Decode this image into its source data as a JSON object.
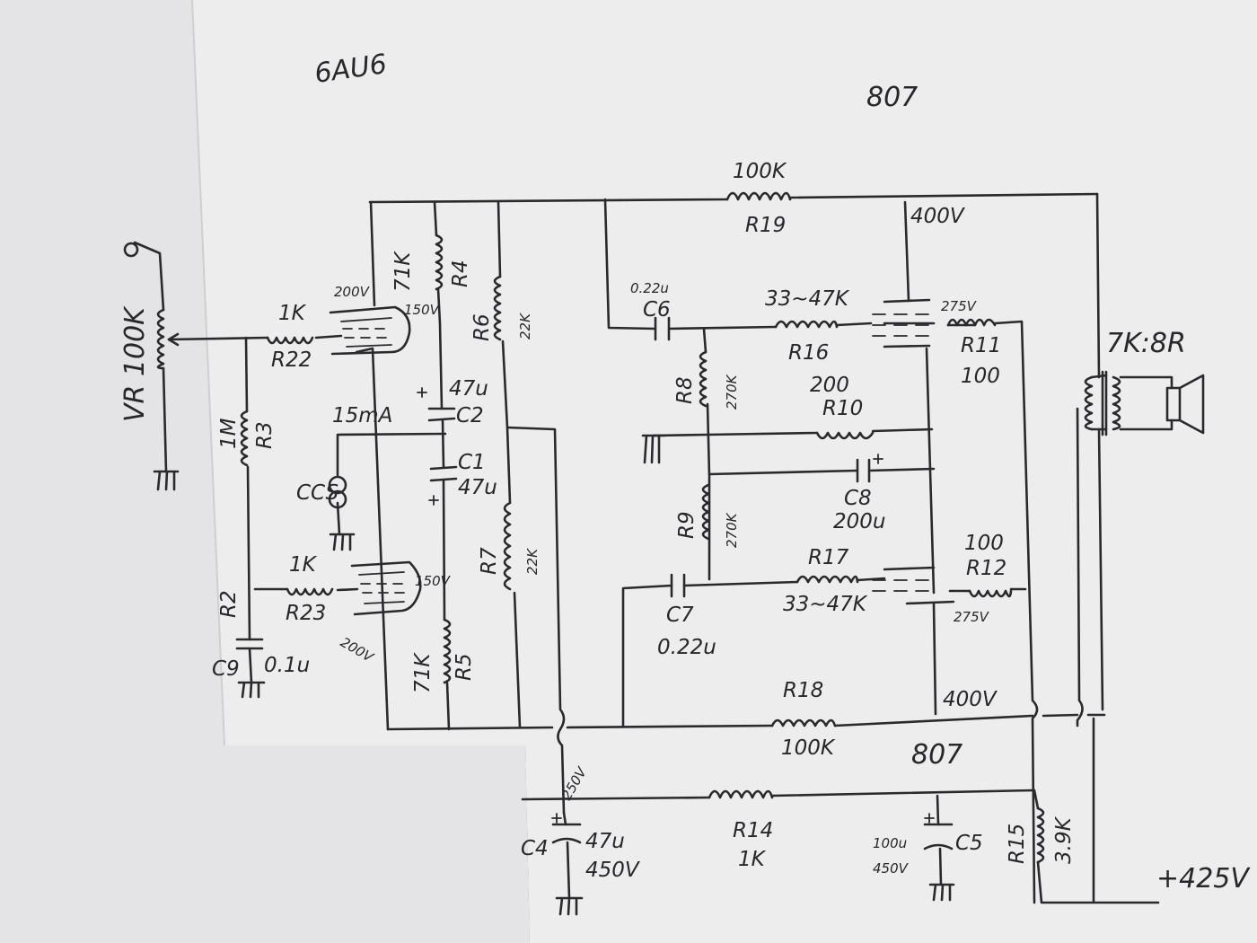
{
  "sheet": {
    "tube_input": "6AU6",
    "tube_output_top": "807",
    "tube_output_bottom": "807"
  },
  "labels": {
    "r19_value": "100K",
    "r19_ref": "R19",
    "node_400v_top": "400V",
    "vr": "VR 100K",
    "r22_value": "1K",
    "r22_ref": "R22",
    "r3_value": "1M",
    "r3_ref": "R3",
    "r2_ref": "R2",
    "c9_ref": "C9",
    "c9_value": "0.1u",
    "r23_value": "1K",
    "r23_ref": "R23",
    "v1_plate": "200V",
    "v1_screen": "150V",
    "v2_screen": "150V",
    "v2_plate": "200V",
    "r4_value": "71K",
    "r4_ref": "R4",
    "r5_value": "71K",
    "r5_ref": "R5",
    "c2_value": "47u",
    "c2_ref": "C2",
    "c1_ref": "C1",
    "c1_value": "47u",
    "ccs_current": "15mA",
    "ccs_ref": "CCS",
    "r6_ref": "R6",
    "r6_value": "22K",
    "r7_ref": "R7",
    "r7_value": "22K",
    "c6_value": "0.22u",
    "c6_ref": "C6",
    "r16_value": "33~47K",
    "r16_ref": "R16",
    "r8_ref": "R8",
    "r8_value": "270K",
    "r10_value": "200",
    "r10_ref": "R10",
    "c8_ref": "C8",
    "c8_value": "200u",
    "r9_ref": "R9",
    "r9_value": "270K",
    "r17_ref": "R17",
    "r17_value": "33~47K",
    "c7_ref": "C7",
    "c7_value": "0.22u",
    "r11_screen_v": "275V",
    "r11_ref": "R11",
    "r11_value": "100",
    "r12_value": "100",
    "r12_ref": "R12",
    "r12_screen_v": "275V",
    "xfmr": "7K:8R",
    "r18_ref": "R18",
    "r18_value": "100K",
    "node_400v_bottom": "400V",
    "node_250v": "250V",
    "c4_ref": "C4",
    "c4_value": "47u",
    "c4_voltage": "450V",
    "r14_ref": "R14",
    "r14_value": "1K",
    "c5_value": "100u",
    "c5_voltage": "450V",
    "c5_ref": "C5",
    "r15_ref": "R15",
    "r15_value": "3.9K",
    "supply": "+425V"
  }
}
